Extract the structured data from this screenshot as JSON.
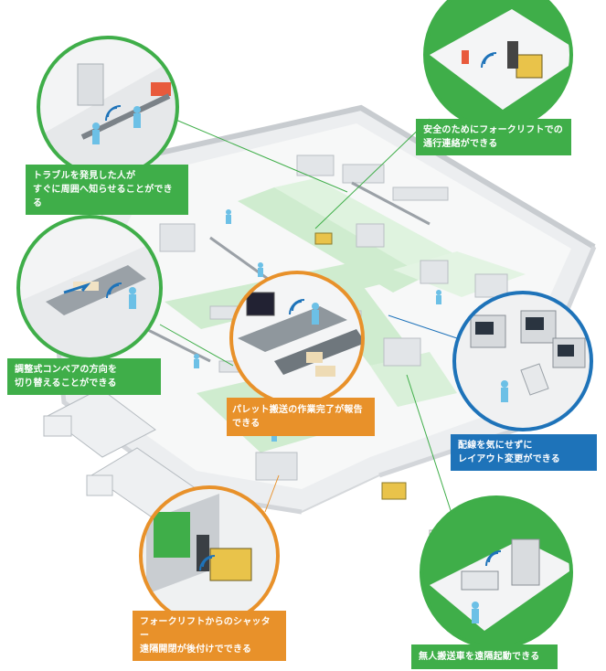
{
  "colors": {
    "green": "#3fae49",
    "orange": "#e8912a",
    "blue": "#1e73b9",
    "floor_green": "#c9ebc9",
    "wall": "#e9ebec",
    "circle_green": "#3fae49",
    "circle_orange": "#e8912a",
    "circle_blue": "#1e73b9"
  },
  "callouts": {
    "trouble": {
      "line1": "トラブルを発見した人が",
      "line2": "すぐに周囲へ知らせることができる",
      "color": "green"
    },
    "forklift_safety": {
      "line1": "安全のためにフォークリフトでの",
      "line2": "通行連絡ができる",
      "color": "green"
    },
    "conveyor": {
      "line1": "調整式コンベアの方向を",
      "line2": "切り替えることができる",
      "color": "green"
    },
    "pallet": {
      "line1": "パレット搬送の作業完了が報告できる",
      "color": "orange"
    },
    "layout": {
      "line1": "配線を気にせずに",
      "line2": "レイアウト変更ができる",
      "color": "blue"
    },
    "shutter": {
      "line1": "フォークリフトからのシャッター",
      "line2": "遠隔開閉が後付けでできる",
      "color": "orange"
    },
    "agv": {
      "line1": "無人搬送車を遠隔起動できる",
      "color": "green"
    }
  },
  "icons": [
    "wifi-signal-icon",
    "forklift-icon",
    "truck-icon",
    "conveyor-icon",
    "machine-icon",
    "worker-icon"
  ]
}
